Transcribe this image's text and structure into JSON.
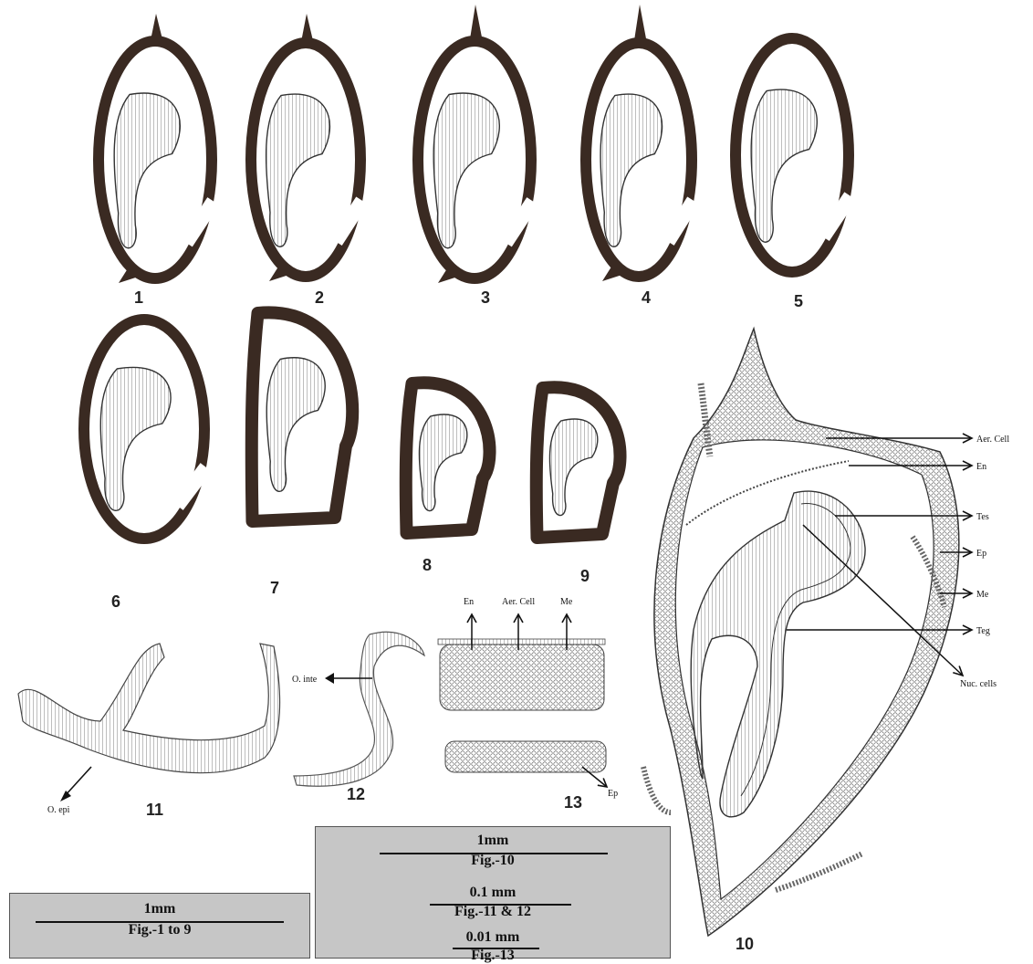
{
  "figure_numbers": [
    "1",
    "2",
    "3",
    "4",
    "5",
    "6",
    "7",
    "8",
    "9",
    "10",
    "11",
    "12",
    "13"
  ],
  "fig10_labels": [
    "Aer. Cell",
    "En",
    "Tes",
    "Ep",
    "Me",
    "Teg",
    "Nuc. cells"
  ],
  "fig11_labels": [
    "O. epi"
  ],
  "fig12_labels": [
    "O. inte"
  ],
  "fig13_labels": [
    "En",
    "Aer. Cell",
    "Me",
    "Ep"
  ],
  "scale_right": {
    "s1_value": "1mm",
    "s1_fig": "Fig.-10",
    "s2_value": "0.1 mm",
    "s2_fig": "Fig.-11 & 12",
    "s3_value": "0.01 mm",
    "s3_fig": "Fig.-13"
  },
  "scale_left": {
    "value": "1mm",
    "fig": "Fig.-1 to 9"
  },
  "colors": {
    "wall": "#3a2a22",
    "line": "#333333",
    "scale_bg": "#c6c6c6"
  }
}
